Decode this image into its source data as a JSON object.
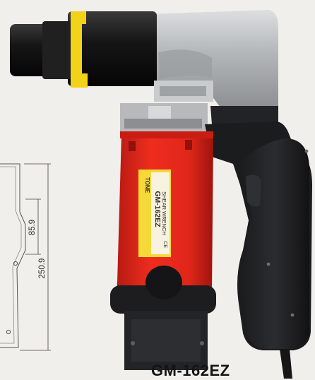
{
  "dimensions": {
    "overall_length": "250.9",
    "head_height": "85.9"
  },
  "label": {
    "brand": "TONE",
    "product": "SHEAR WRENCH",
    "model": "GM-162EZ",
    "marks": "CE"
  },
  "caption": "GM-162EZ",
  "colors": {
    "body": "#e0251a",
    "head": "#b9bcbf",
    "socket": "#1a1a1a",
    "yellow_band": "#f3d21a",
    "label": "#f4d938"
  }
}
